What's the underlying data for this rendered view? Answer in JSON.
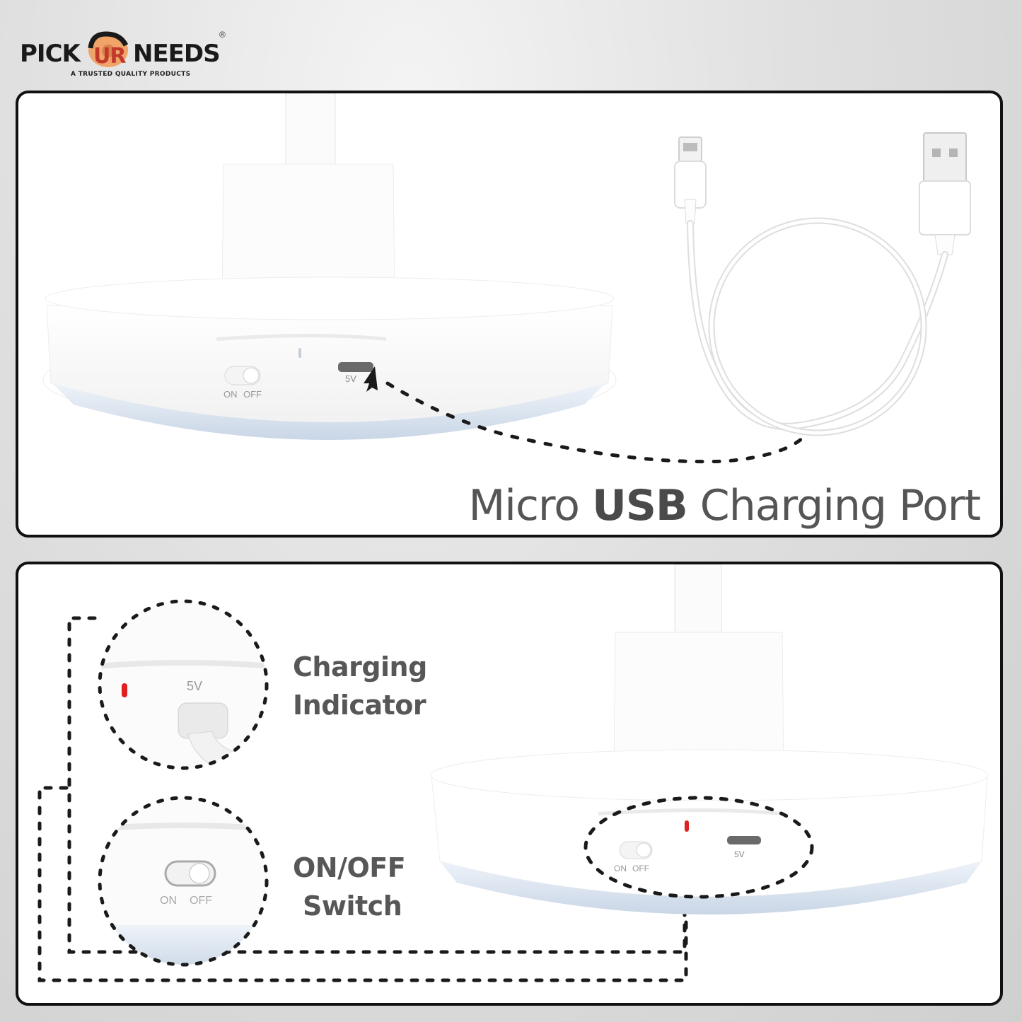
{
  "brand": {
    "name_left": "PICK",
    "name_mid": "UR",
    "name_right": "NEEDS",
    "registered_mark": "®",
    "tagline": "A TRUSTED QUALITY PRODUCTS"
  },
  "top_panel": {
    "caption_pre": "Micro ",
    "caption_bold": "USB",
    "caption_post": " Charging Port",
    "switch_on": "ON",
    "switch_off": "OFF",
    "port_label": "5V"
  },
  "bottom_panel": {
    "callout_1_line1": "Charging",
    "callout_1_line2": "Indicator",
    "callout_2_line1": "ON/OFF",
    "callout_2_line2": "Switch",
    "zoom_port_label": "5V",
    "zoom_switch_on": "ON",
    "zoom_switch_off": "OFF",
    "lamp_switch_on": "ON",
    "lamp_switch_off": "OFF",
    "lamp_port_label": "5V"
  },
  "colors": {
    "panel_border": "#111111",
    "caption_text": "#555555",
    "indicator_red": "#e02020",
    "base_glow": "#dbe6f3"
  }
}
